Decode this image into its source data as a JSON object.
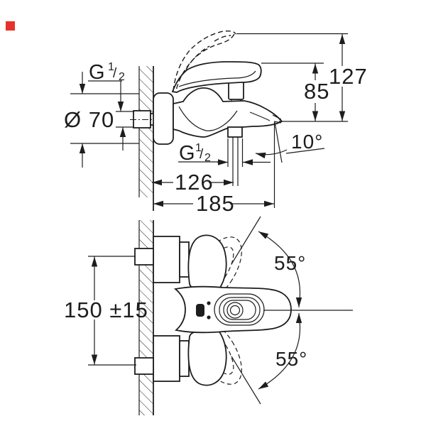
{
  "colors": {
    "background": "#ffffff",
    "line": "#1d1d1d",
    "badge": "#e5332a"
  },
  "side_view": {
    "thread_top": {
      "letter": "G",
      "numerator": "1",
      "slash": "/",
      "denominator": "2"
    },
    "flange_diameter": "Ø 70",
    "height_overall": "127",
    "height_to_spout": "85",
    "spout_angle": "10°",
    "thread_bottom": {
      "letter": "G",
      "numerator": "1",
      "slash": "/",
      "denominator": "2"
    },
    "depth_to_outlet": "126",
    "depth_overall": "185"
  },
  "front_view": {
    "hole_spacing": "150 ±15",
    "lever_swing_upper": "55°",
    "lever_swing_lower": "55°"
  }
}
